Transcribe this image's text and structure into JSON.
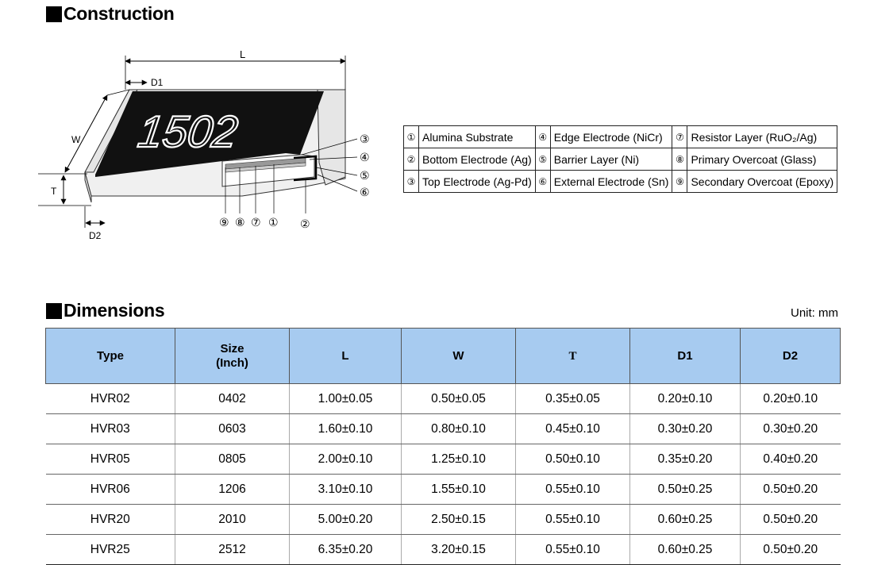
{
  "construction": {
    "title": "Construction",
    "diagram": {
      "marking": "1502",
      "dim_L": "L",
      "dim_W": "W",
      "dim_T": "T",
      "dim_D1": "D1",
      "dim_D2": "D2",
      "callouts_right": [
        "③",
        "④",
        "⑤",
        "⑥"
      ],
      "callouts_bottom": [
        "⑨",
        "⑧",
        "⑦",
        "①",
        "②"
      ]
    },
    "legend": [
      [
        {
          "n": "①",
          "t": "Alumina Substrate"
        },
        {
          "n": "④",
          "t": "Edge Electrode (NiCr)"
        },
        {
          "n": "⑦",
          "t": "Resistor Layer (RuO₂/Ag)"
        }
      ],
      [
        {
          "n": "②",
          "t": "Bottom Electrode (Ag)"
        },
        {
          "n": "⑤",
          "t": "Barrier Layer (Ni)"
        },
        {
          "n": "⑧",
          "t": "Primary Overcoat (Glass)"
        }
      ],
      [
        {
          "n": "③",
          "t": "Top Electrode (Ag-Pd)"
        },
        {
          "n": "⑥",
          "t": "External Electrode (Sn)"
        },
        {
          "n": "⑨",
          "t": "Secondary Overcoat (Epoxy)"
        }
      ]
    ]
  },
  "dimensions": {
    "title": "Dimensions",
    "unit": "Unit: mm",
    "headers": [
      "Type",
      "Size\n(Inch)",
      "L",
      "W",
      "T",
      "D1",
      "D2"
    ],
    "rows": [
      [
        "HVR02",
        "0402",
        "1.00±0.05",
        "0.50±0.05",
        "0.35±0.05",
        "0.20±0.10",
        "0.20±0.10"
      ],
      [
        "HVR03",
        "0603",
        "1.60±0.10",
        "0.80±0.10",
        "0.45±0.10",
        "0.30±0.20",
        "0.30±0.20"
      ],
      [
        "HVR05",
        "0805",
        "2.00±0.10",
        "1.25±0.10",
        "0.50±0.10",
        "0.35±0.20",
        "0.40±0.20"
      ],
      [
        "HVR06",
        "1206",
        "3.10±0.10",
        "1.55±0.10",
        "0.55±0.10",
        "0.50±0.25",
        "0.50±0.20"
      ],
      [
        "HVR20",
        "2010",
        "5.00±0.20",
        "2.50±0.15",
        "0.55±0.10",
        "0.60±0.25",
        "0.50±0.20"
      ],
      [
        "HVR25",
        "2512",
        "6.35±0.20",
        "3.20±0.15",
        "0.55±0.10",
        "0.60±0.25",
        "0.50±0.20"
      ]
    ]
  }
}
